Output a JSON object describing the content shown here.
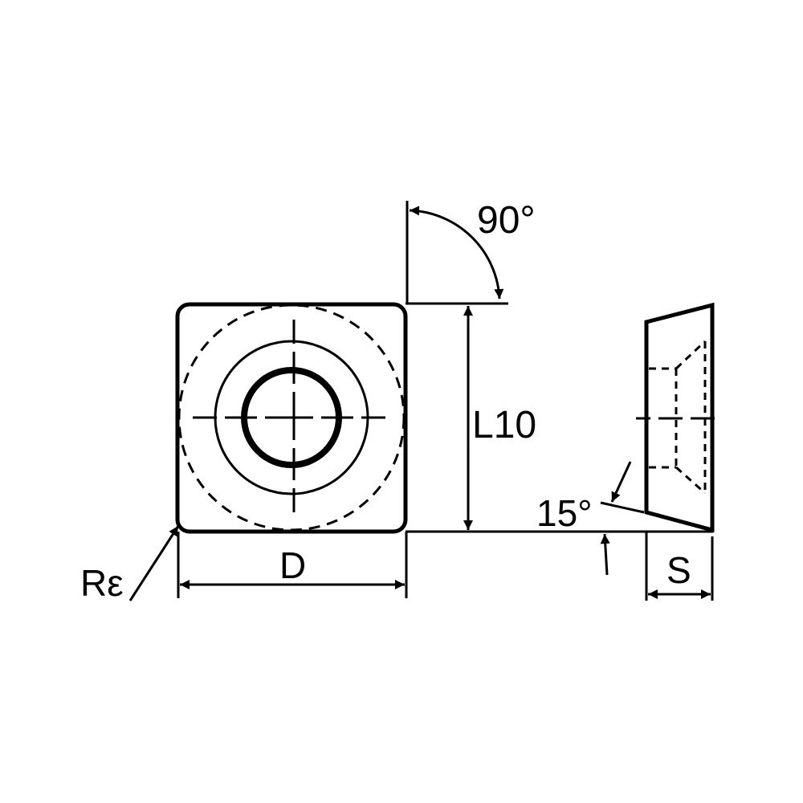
{
  "labels": {
    "angle_top": "90°",
    "height": "L10",
    "width": "D",
    "corner_radius": "Rε",
    "clearance_angle": "15°",
    "thickness": "S"
  },
  "colors": {
    "line": "#000000",
    "background": "#ffffff"
  }
}
